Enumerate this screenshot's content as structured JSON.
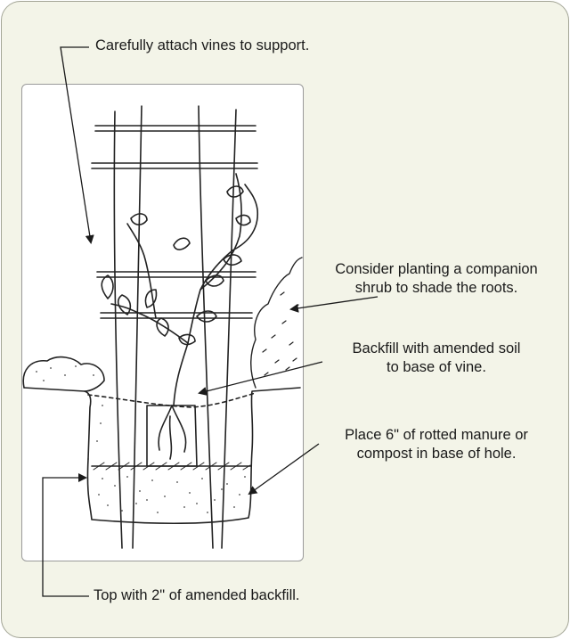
{
  "labels": {
    "attach_vines": "Carefully attach vines to support.",
    "companion_line1": "Consider planting a companion",
    "companion_line2": "shrub to shade the roots.",
    "backfill_line1": "Backfill with amended soil",
    "backfill_line2": "to base of vine.",
    "manure_line1": "Place 6\" of rotted manure or",
    "manure_line2": "compost in base of hole.",
    "top_with": "Top with 2\" of amended backfill."
  },
  "colors": {
    "card_background": "#f3f4e8",
    "card_border": "#a3a596",
    "ink": "#1a1a1a"
  }
}
